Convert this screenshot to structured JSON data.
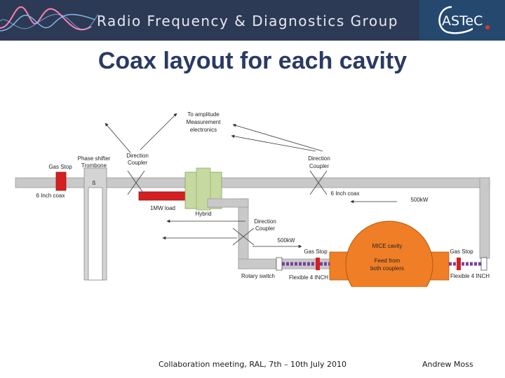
{
  "header": {
    "title": "Radio Frequency & Diagnostics Group",
    "logo_text": "ASTeC"
  },
  "slide": {
    "title": "Coax layout for each cavity"
  },
  "diagram": {
    "labels": {
      "amplitude_1": "To amplitude",
      "amplitude_2": "Measurement",
      "amplitude_3": "electronics",
      "phase_shifter_1": "Phase shifter",
      "phase_shifter_2": "Trombone",
      "phase_symbol": "ß",
      "dc_left_1": "Direction",
      "dc_left_2": "Coupler",
      "dc_right_1": "Direction",
      "dc_right_2": "Coupler",
      "dc_lower_1": "Direction",
      "dc_lower_2": "Coupler",
      "gas_stop_left": "Gas Stop",
      "coax_6inch_left": "6 Inch coax",
      "coax_6inch_right": "6 Inch coax",
      "power_500kw_right": "500kW",
      "power_500kw_lower": "500kW",
      "load_1mw": "1MW load",
      "hybrid": "Hybrid",
      "gas_stop_middle": "Gas Stop",
      "gas_stop_right": "Gas Stop",
      "cavity_1": "MICE cavity",
      "cavity_2": "Feed from",
      "cavity_3": "both couplers",
      "rotary_switch": "Rotary switch",
      "flexible_left": "Flexible 4 INCH",
      "flexible_right": "Flexible 4 INCH"
    }
  },
  "footer": {
    "meeting": "Collaboration meeting, RAL, 7th – 10th July 2010",
    "author": "Andrew Moss"
  },
  "colors": {
    "header_bg": "#2d3a55",
    "title_color": "#2a3a63",
    "pipe": "#c8c8c8",
    "gas_stop": "#d42020",
    "cavity": "#f07e26",
    "hybrid": "#c5d9a0",
    "flexible": "#7b3fa0"
  }
}
